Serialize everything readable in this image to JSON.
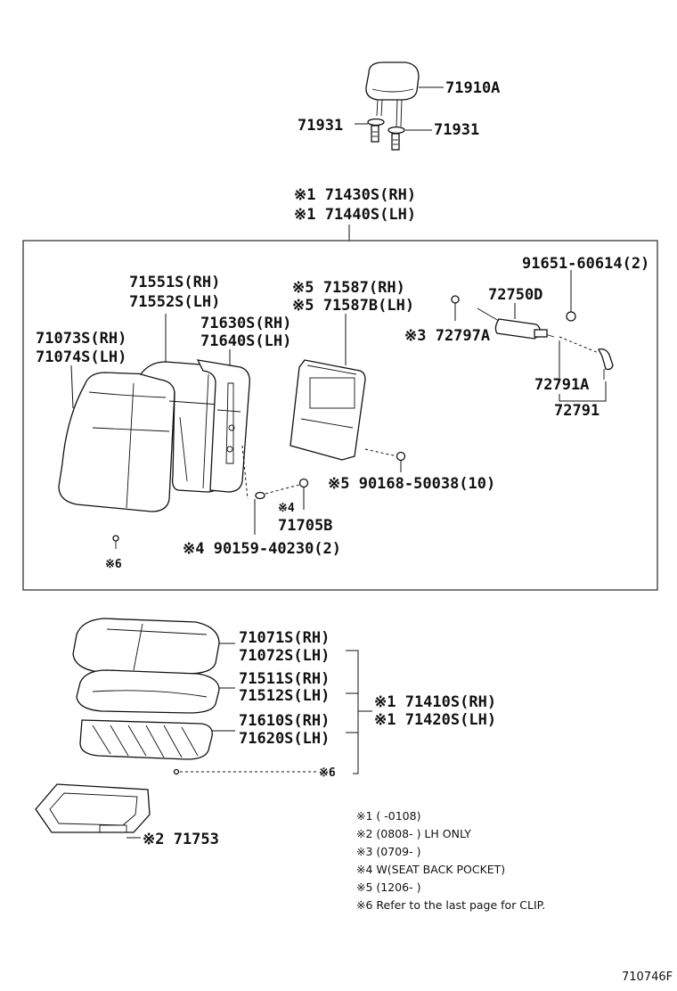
{
  "labels": {
    "headrest": "71910A",
    "guide_left": "71931",
    "guide_right": "71931",
    "seatback_rh": "※1 71430S(RH)",
    "seatback_lh": "※1 71440S(LH)",
    "bolt_91651": "91651-60614(2)",
    "pocket_rh": "※5 71587(RH)",
    "pocket_lh": "※5 71587B(LH)",
    "pad_rh": "71551S(RH)",
    "pad_lh": "71552S(LH)",
    "frame_rh": "71630S(RH)",
    "frame_lh": "71640S(LH)",
    "cover_rh": "71073S(RH)",
    "cover_lh": "71074S(LH)",
    "p72750d": "72750D",
    "p72797a": "※3 72797A",
    "p72791a": "72791A",
    "p72791": "72791",
    "screw_90168": "※5 90168-50038(10)",
    "clip_71705b_mark": "※4",
    "clip_71705b": "71705B",
    "screw_90159": "※4 90159-40230(2)",
    "clip6_top": "※6",
    "cushion_cover_rh": "71071S(RH)",
    "cushion_cover_lh": "71072S(LH)",
    "cushion_pad_rh": "71511S(RH)",
    "cushion_pad_lh": "71512S(LH)",
    "cushion_rh": "※1 71410S(RH)",
    "cushion_lh": "※1 71420S(LH)",
    "cushion_frame_rh": "71610S(RH)",
    "cushion_frame_lh": "71620S(LH)",
    "clip6_bottom": "※6",
    "tray": "※2 71753"
  },
  "notes": [
    "※1 (      -0108)",
    "※2 (0808-       ) LH ONLY",
    "※3 (0709-       )",
    "※4 W(SEAT BACK POCKET)",
    "※5 (1206-       )",
    "※6  Refer to the last page for CLIP."
  ],
  "figure_ref": "710746F"
}
